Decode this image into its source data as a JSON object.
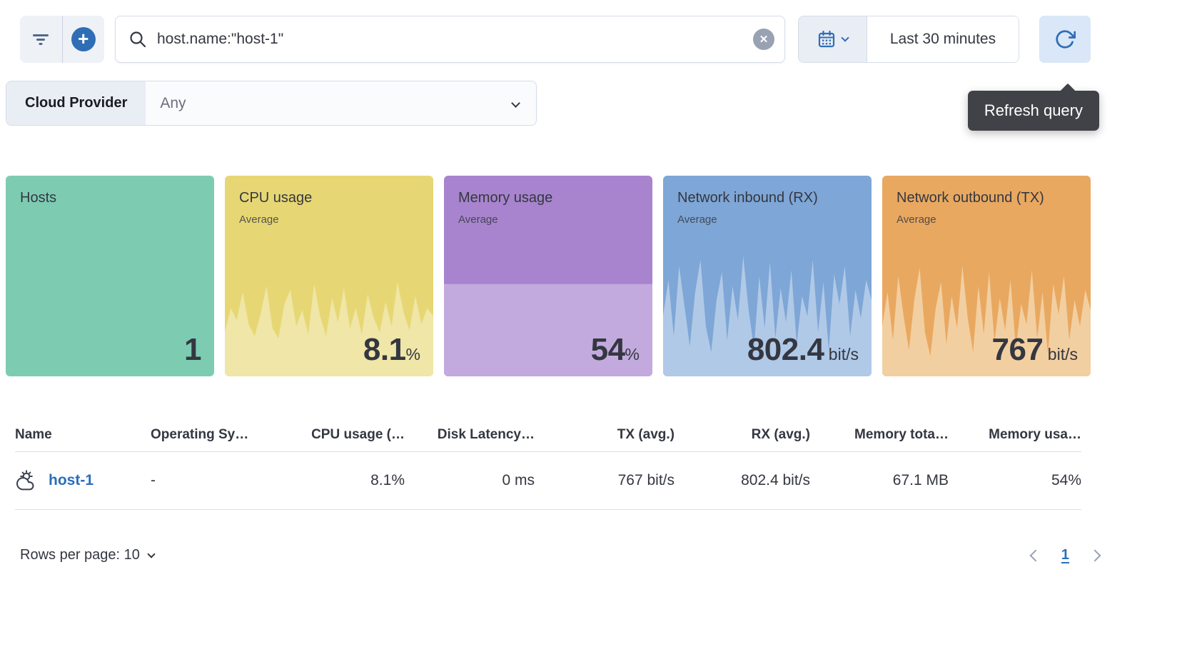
{
  "topbar": {
    "query": "host.name:\"host-1\"",
    "time_range": "Last 30 minutes",
    "refresh_tooltip": "Refresh query"
  },
  "filters": {
    "cloud_provider_label": "Cloud Provider",
    "cloud_provider_value": "Any"
  },
  "colors": {
    "accent_blue": "#2f6eb5",
    "link_blue": "#2a6ebb",
    "tooltip_bg": "#404247",
    "text_dark": "#343741",
    "border": "#d9dfeb"
  },
  "tiles": [
    {
      "title": "Hosts",
      "subtitle": "",
      "value": "1",
      "unit": "",
      "bg": "#7dccb2",
      "chart_color": "",
      "sparkline": []
    },
    {
      "title": "CPU usage",
      "subtitle": "Average",
      "value": "8.1",
      "unit": "%",
      "bg": "#e7d774",
      "chart_color": "#efe6a7",
      "sparkline": [
        22,
        34,
        28,
        42,
        26,
        20,
        31,
        45,
        24,
        19,
        36,
        43,
        25,
        33,
        21,
        46,
        30,
        20,
        39,
        27,
        44,
        24,
        34,
        21,
        41,
        29,
        22,
        37,
        25,
        47,
        32,
        23,
        40,
        26,
        34,
        30
      ]
    },
    {
      "title": "Memory usage",
      "subtitle": "Average",
      "value": "54",
      "unit": "%",
      "bg": "#a784cd",
      "chart_color": "#c3aade",
      "sparkline": [
        46,
        46
      ]
    },
    {
      "title": "Network inbound (RX)",
      "subtitle": "Average",
      "value": "802.4",
      "unit": " bit/s",
      "bg": "#7ea6d6",
      "chart_color": "#b0c9e7",
      "sparkline": [
        30,
        48,
        20,
        55,
        35,
        15,
        42,
        58,
        25,
        12,
        38,
        52,
        18,
        45,
        28,
        60,
        33,
        14,
        50,
        24,
        57,
        19,
        44,
        27,
        53,
        16,
        40,
        30,
        58,
        22,
        47,
        13,
        51,
        36,
        55,
        20,
        43,
        29,
        48,
        38
      ]
    },
    {
      "title": "Network outbound (TX)",
      "subtitle": "Average",
      "value": "767",
      "unit": " bit/s",
      "bg": "#e9a860",
      "chart_color": "#f2cfa1",
      "sparkline": [
        25,
        42,
        18,
        50,
        30,
        13,
        38,
        54,
        22,
        10,
        34,
        47,
        16,
        40,
        24,
        55,
        29,
        12,
        45,
        21,
        52,
        17,
        39,
        23,
        48,
        14,
        36,
        26,
        53,
        19,
        42,
        11,
        46,
        31,
        50,
        18,
        38,
        25,
        43,
        33
      ]
    }
  ],
  "table": {
    "columns": [
      {
        "label": "Name"
      },
      {
        "label": "Operating Sy…"
      },
      {
        "label": "CPU usage (…"
      },
      {
        "label": "Disk Latency…"
      },
      {
        "label": "TX (avg.)"
      },
      {
        "label": "RX (avg.)"
      },
      {
        "label": "Memory tota…"
      },
      {
        "label": "Memory usa…"
      }
    ],
    "rows": [
      {
        "name": "host-1",
        "cells": [
          "-",
          "8.1%",
          "0 ms",
          "767 bit/s",
          "802.4 bit/s",
          "67.1 MB",
          "54%"
        ]
      }
    ]
  },
  "footer": {
    "rows_per_page": "Rows per page: 10",
    "page": "1"
  }
}
